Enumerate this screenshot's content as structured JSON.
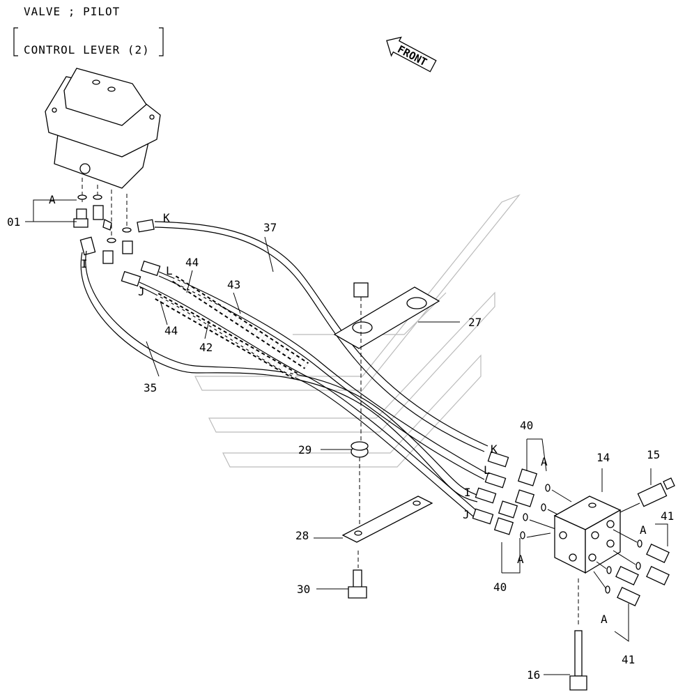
{
  "title": {
    "line1": "VALVE ; PILOT",
    "line2": "CONTROL LEVER (2)"
  },
  "front_arrow": "FRONT",
  "callouts": {
    "c01": "01",
    "c14": "14",
    "c15": "15",
    "c16": "16",
    "c27": "27",
    "c28": "28",
    "c29": "29",
    "c30": "30",
    "c35": "35",
    "c37": "37",
    "c40a": "40",
    "c40b": "40",
    "c41a": "41",
    "c41b": "41",
    "c42": "42",
    "c43": "43",
    "c44a": "44",
    "c44b": "44"
  },
  "ref_letters": {
    "a1": "A",
    "a2": "A",
    "a3": "A",
    "a4": "A",
    "a5": "A",
    "k1": "K",
    "k2": "K",
    "l1": "L",
    "l2": "L",
    "i1": "I",
    "i2": "I",
    "j1": "J",
    "j2": "J"
  }
}
